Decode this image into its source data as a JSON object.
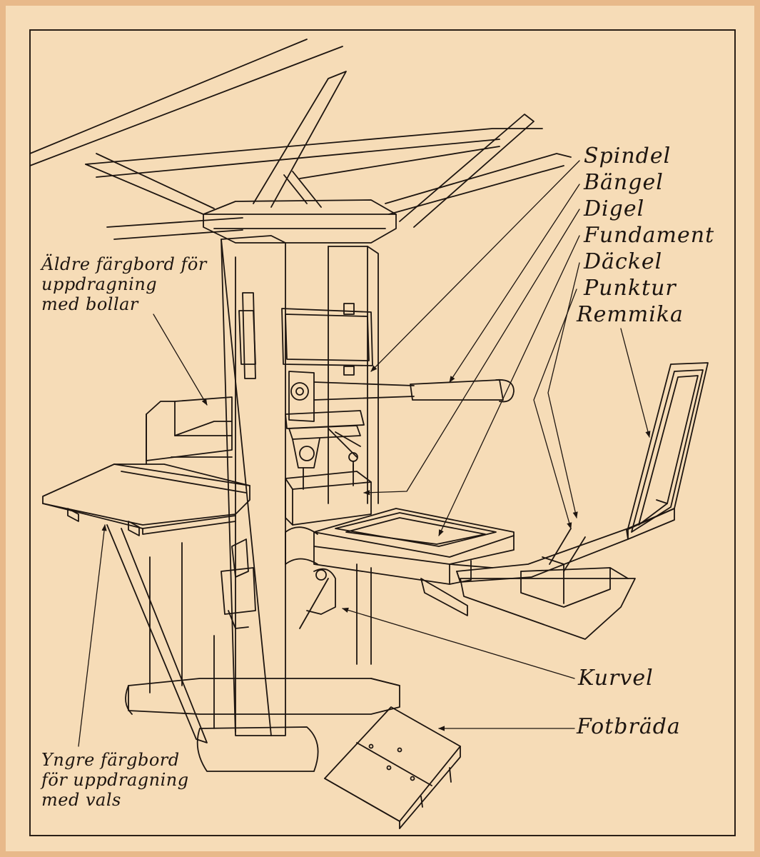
{
  "title": "",
  "labels": {
    "spindel": "Spindel",
    "bangel": "Bängel",
    "digel": "Digel",
    "fundament": "Fundament",
    "dackel": "Däckel",
    "punktur": "Punktur",
    "remmika": "Remmika",
    "kurvel": "Kurvel",
    "fotbrada": "Fotbräda"
  },
  "notes": {
    "aldre": [
      "Äldre färgbord för",
      "uppdragning",
      "med bollar"
    ],
    "yngre": [
      "Yngre färgbord",
      "för uppdragning",
      "med vals"
    ]
  },
  "colors": {
    "paper": "#f6dcb7",
    "border": "#e8b98a",
    "ink": "#1d1510"
  }
}
